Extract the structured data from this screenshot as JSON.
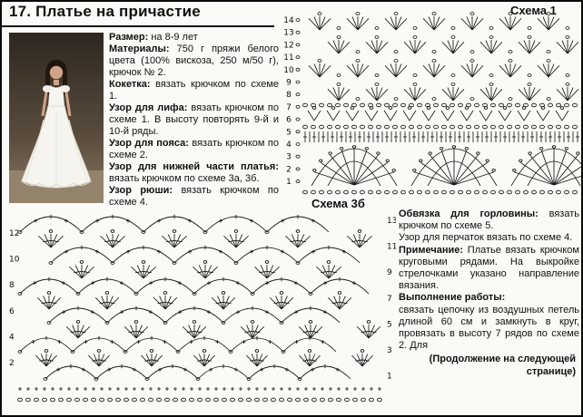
{
  "page": {
    "title": "17. Платье на причастие"
  },
  "colors": {
    "ink": "#181818",
    "paper": "#fbfaf6"
  },
  "info": [
    {
      "label": "Размер:",
      "text": " на 8-9 лет"
    },
    {
      "label": "Материалы:",
      "text": " 750 г пряжи белого цвета (100% вискоза, 250 м/50 г), крючок № 2."
    },
    {
      "label": "Кокетка:",
      "text": " вязать крючком по схеме 1."
    },
    {
      "label": "Узор для лифа:",
      "text": " вязать крючком по схеме 1. В высоту повторять 9-й и 10-й ряды."
    },
    {
      "label": "Узор для пояса:",
      "text": " вязать крючком по схеме 2."
    },
    {
      "label": "Узор для нижней части платья:",
      "text": " вязать крючком по схеме 3а, 3б."
    },
    {
      "label": "Узор  рюши:",
      "text": " вязать крючком по схеме 4."
    }
  ],
  "right_column": [
    {
      "label": "Обвязка для горловины:",
      "text": " вязать крючком по схеме 5."
    },
    {
      "label": "",
      "text": "Узор для перчаток вязать по схеме 4."
    },
    {
      "label": "Примечание:",
      "text": " Платье вязать крючком круговыми рядами. На выкройке стрелочками указано направление вязания."
    },
    {
      "label": "Выполнение работы:",
      "text": ""
    },
    {
      "label": "",
      "text": "связать цепочку из воздушных петель длиной 60 см и замкнуть в круг, провязать в высоту 7 рядов по схеме 2. Для"
    },
    {
      "label": "",
      "text": "(Продолжение на следующей странице)"
    }
  ],
  "charts": {
    "chart1": {
      "label": "Схема 1",
      "row_numbers_left": [
        14,
        13,
        12,
        11,
        10,
        9,
        8,
        7,
        6,
        5,
        4,
        3,
        2,
        1
      ]
    },
    "chart3b": {
      "label": "Схема 3б",
      "row_numbers_right": [
        13,
        11,
        9,
        7,
        5,
        3,
        1
      ],
      "row_numbers_left": [
        12,
        10,
        8,
        6,
        4,
        2
      ]
    }
  }
}
